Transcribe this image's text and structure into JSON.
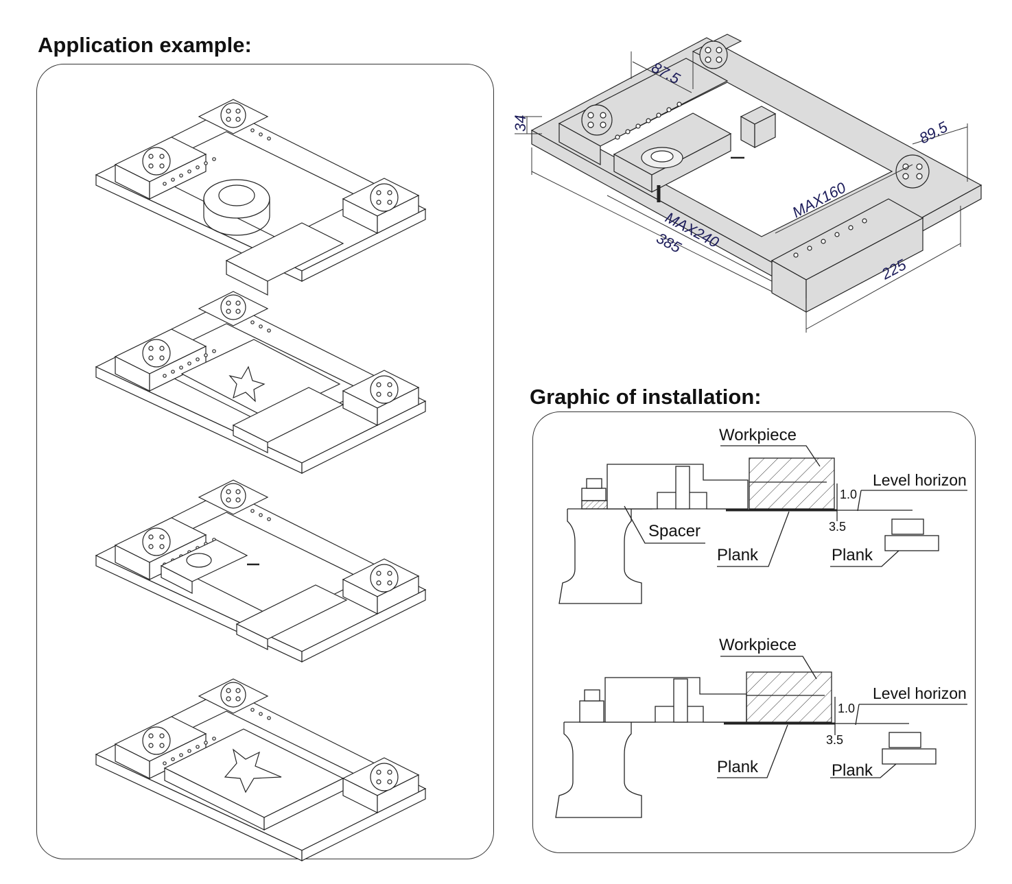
{
  "headings": {
    "application": "Application example:",
    "installation": "Graphic of installation:"
  },
  "dimensions": {
    "d_87_5": "87.5",
    "d_34": "34",
    "d_89_5": "89.5",
    "d_max160": "MAX160",
    "d_max240": "MAX240",
    "d_385": "385",
    "d_225": "225"
  },
  "install_top": {
    "workpiece": "Workpiece",
    "level_horizon": "Level horizon",
    "gap_1_0": "1.0",
    "gap_3_5": "3.5",
    "spacer": "Spacer",
    "plank_left": "Plank",
    "plank_right": "Plank"
  },
  "install_bottom": {
    "workpiece": "Workpiece",
    "level_horizon": "Level horizon",
    "gap_1_0": "1.0",
    "gap_3_5": "3.5",
    "plank_left": "Plank",
    "plank_right": "Plank"
  },
  "colors": {
    "fixture_fill": "#dcdcdc",
    "line": "#222222",
    "dimension_text": "#1c1c5a"
  }
}
